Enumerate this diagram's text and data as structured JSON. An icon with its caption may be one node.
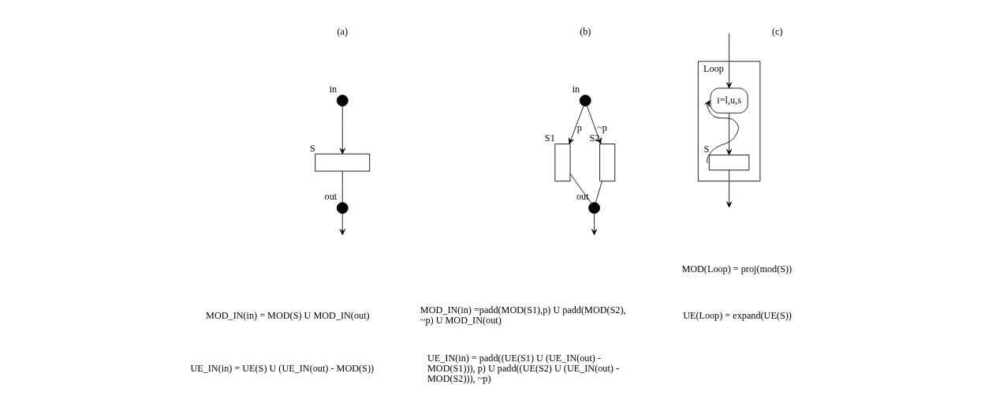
{
  "diagram": {
    "nodes": [
      {
        "text": [],
        "shape": "circle",
        "beside": [
          "in"
        ]
      },
      {
        "text": [],
        "shape": "box",
        "beside": [
          "S"
        ]
      },
      {
        "text": [],
        "shape": "circle",
        "beside": [
          "out"
        ]
      },
      {
        "text": [],
        "shape": "circle",
        "beside": [
          "in"
        ]
      },
      {
        "text": [],
        "shape": "box",
        "beside": [
          "S1"
        ]
      },
      {
        "text": [],
        "shape": "box",
        "beside": [
          "S2"
        ]
      },
      {
        "text": [],
        "shape": "circle",
        "beside": [
          "out"
        ]
      },
      {
        "text": [
          "Loop"
        ]
      },
      {
        "text": [
          "i=l,u,s"
        ],
        "in": 7
      },
      {
        "text": [],
        "shape": "box",
        "beside": [
          "S"
        ],
        "in": 7
      }
    ],
    "edges": [
      {
        "from": 0,
        "to": 1,
        "arrow": "to"
      },
      {
        "from": 1,
        "to": 2,
        "arrow": "none"
      },
      {
        "from": 2,
        "to": null,
        "arrow": "to"
      },
      {
        "from": 3,
        "to": 4,
        "label": "p",
        "arrow": "to"
      },
      {
        "from": 3,
        "to": 5,
        "label": "~p",
        "arrow": "to"
      },
      {
        "from": 4,
        "to": 6,
        "arrow": "none"
      },
      {
        "from": 5,
        "to": 6,
        "arrow": "none"
      },
      {
        "from": 6,
        "to": null,
        "arrow": "to"
      },
      {
        "from": null,
        "to": 8,
        "arrow": "to"
      },
      {
        "from": 8,
        "to": 9,
        "arrow": "to"
      },
      {
        "from": 9,
        "to": 8,
        "arrow": "to"
      },
      {
        "from": 9,
        "to": null,
        "arrow": "to"
      }
    ],
    "labels": [
      "(a)",
      "(b)",
      "(c)",
      "MOD_IN(in) = MOD(S) U MOD_IN(out)",
      "UE_IN(in) = UE(S) U (UE_IN(out) - MOD(S))",
      "MOD_IN(in) =padd(MOD(S1),p) U padd(MOD(S2), ~p) U MOD_IN(out)",
      "UE_IN(in) = padd((UE(S1) U (UE_IN(out) - MOD(S1))), p) U padd((UE(S2) U (UE_IN(out) - MOD(S2))), ~p)",
      "MOD(Loop) = proj(mod(S))",
      "UE(Loop) = expand(UE(S))"
    ]
  }
}
